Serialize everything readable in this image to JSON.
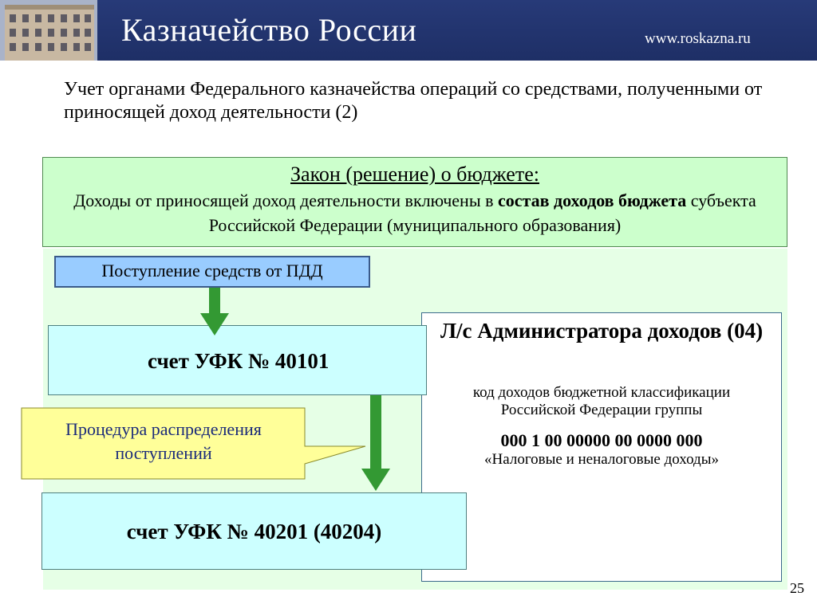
{
  "header": {
    "title": "Казначейство России",
    "url": "www.roskazna.ru"
  },
  "slide_title": "Учет органами Федерального казначейства операций со средствами, полученными от приносящей доход деятельности (2)",
  "law_box": {
    "heading": "Закон (решение) о бюджете:",
    "text_part1": "Доходы от приносящей доход деятельности включены в ",
    "text_bold": "состав доходов бюджета",
    "text_part2": " субъекта Российской Федерации (муниципального образования)"
  },
  "pdd_box": "Поступление средств от ПДД",
  "account_1": "счет УФК № 40101",
  "account_2": "счет УФК № 40201 (40204)",
  "callout": "Процедура распределения поступлений",
  "admin_box": {
    "title": "Л/с Администратора доходов (04)",
    "description": "код доходов бюджетной классификации Российской Федерации группы",
    "code": "000 1 00 00000 00 0000 000",
    "code_label": "«Налоговые и неналоговые доходы»"
  },
  "page_number": "25",
  "colors": {
    "header_bg": "#273a78",
    "law_box_bg": "#ccffcc",
    "area_bg": "#e6ffe6",
    "pdd_box_bg": "#99ccff",
    "account_bg": "#ccffff",
    "callout_bg": "#ffff99",
    "arrow": "#339933"
  }
}
